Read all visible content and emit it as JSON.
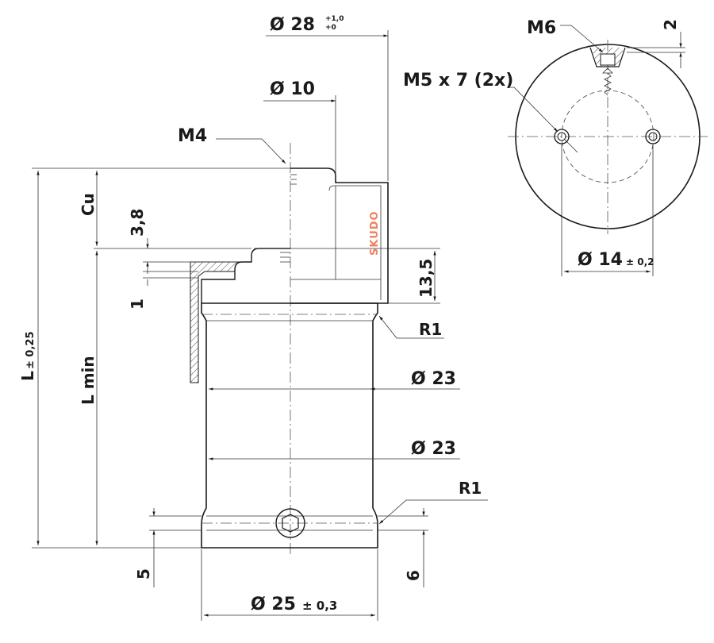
{
  "brand": {
    "logo_text": "SKUDO",
    "color": "#f08060"
  },
  "colors": {
    "outline": "#1a1a1a",
    "dimension": "#333333"
  },
  "dimensions": {
    "top_diameter": "Ø 28",
    "top_tolerance_upper": "+1,0",
    "top_tolerance_lower": "+0",
    "cap_diameter": "Ø 10",
    "thread_top": "M4",
    "thread_side": "M6",
    "side_offset": "2",
    "holes": "M5 x 7 (2x)",
    "hole_spacing": "Ø 14",
    "hole_spacing_tolerance": "± 0,2",
    "cu_label": "Cu",
    "gap_height": "3,8",
    "collar_height": "13,5",
    "step_height": "1",
    "radius_upper": "R1",
    "radius_lower": "R1",
    "body_diameter_1": "Ø 23",
    "body_diameter_2": "Ø 23",
    "total_length": "L",
    "total_length_tolerance": "± 0,25",
    "min_length": "L min",
    "groove_bottom_left": "5",
    "groove_bottom_right": "6",
    "base_diameter": "Ø 25",
    "base_tolerance": "± 0,3"
  }
}
